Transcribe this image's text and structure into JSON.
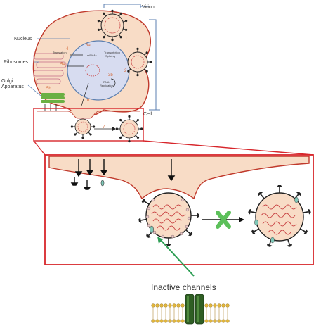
{
  "labels": {
    "virion": "Virion",
    "nucleus": "Nucleus",
    "ribosomes": "Ribosomes",
    "golgi_line1": "Golgi",
    "golgi_line2": "Apparatus",
    "cell": "Cell",
    "translation": "Translation",
    "mrnas": "mRNAs",
    "transcription_line1": "Transcription",
    "transcription_line2": "Splicing",
    "rna_line1": "RNA",
    "rna_line2": "Replication",
    "inactive_channels": "Inactive channels"
  },
  "steps": {
    "s1": "1",
    "s2": "2",
    "s3a": "3a",
    "s3b": "3b",
    "s4": "4",
    "s5a": "5a",
    "s5b": "5b",
    "s6": "6",
    "s7": "7"
  },
  "colors": {
    "cytoplasm": "#f8dcc6",
    "membrane": "#c0392b",
    "nucleus": "#d7dcf0",
    "outline_blue": "#5b7fb0",
    "golgi": "#6ab043",
    "highlight_box": "#d7262b",
    "block_x": "#5cc05a",
    "pointer_arrow": "#2e9e55",
    "channel": "#2f5e24",
    "lipid_head": "#e0b53d",
    "rna": "#c94545"
  }
}
